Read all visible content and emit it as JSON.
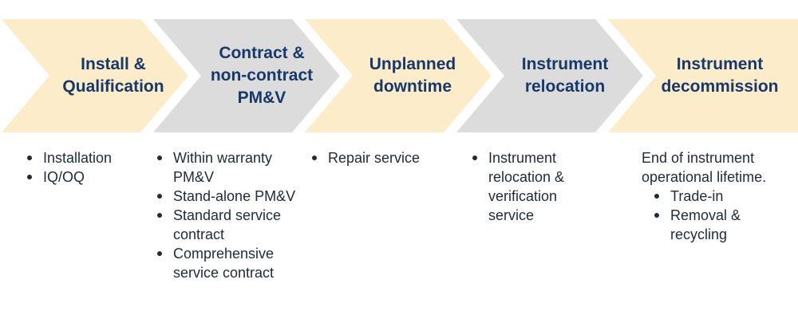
{
  "colors": {
    "stage_beige": "#fcecc9",
    "stage_gray": "#dcdcdc",
    "title_navy": "#17386b",
    "text_dark": "#1f2a3a"
  },
  "stages": [
    {
      "title": "Install &\nQualification",
      "fill": "beige"
    },
    {
      "title": "Contract &\nnon-contract\nPM&V",
      "fill": "gray"
    },
    {
      "title": "Unplanned\ndowntime",
      "fill": "beige"
    },
    {
      "title": "Instrument\nrelocation",
      "fill": "gray"
    },
    {
      "title": "Instrument\ndecommission",
      "fill": "beige"
    }
  ],
  "details": [
    {
      "intro": "",
      "items": [
        "Installation",
        "IQ/OQ"
      ]
    },
    {
      "intro": "",
      "items": [
        "Within warranty PM&V",
        "Stand-alone PM&V",
        "Standard service contract",
        "Comprehensive service contract"
      ]
    },
    {
      "intro": "",
      "items": [
        "Repair service"
      ]
    },
    {
      "intro": "",
      "items": [
        "Instrument relocation & verification service"
      ]
    },
    {
      "intro": "End of instrument operational lifetime.",
      "items": [
        "Trade-in",
        "Removal & recycling"
      ]
    }
  ]
}
